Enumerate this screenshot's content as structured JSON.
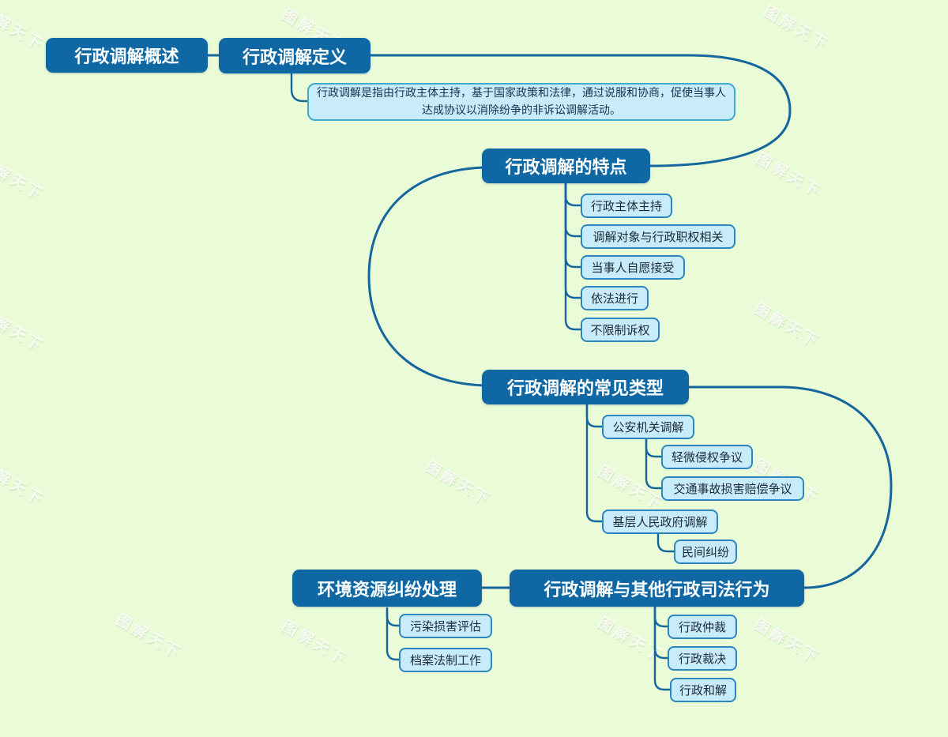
{
  "watermark": {
    "text": "图解天下"
  },
  "colors": {
    "background": "#e9fbd7",
    "topic_fill": "#0f68a4",
    "topic_text": "#ffffff",
    "leaf_fill": "#c9ecfc",
    "leaf_border": "#2d87bf",
    "edge": "#15669c"
  },
  "mindmap": {
    "root": {
      "label": "行政调解概述"
    },
    "definition": {
      "label": "行政调解定义",
      "note": "行政调解是指由行政主体主持，基于国家政策和法律，通过说服和协商，促使当事人达成协议以消除纷争的非诉讼调解活动。"
    },
    "features": {
      "label": "行政调解的特点",
      "items": [
        "行政主体主持",
        "调解对象与行政职权相关",
        "当事人自愿接受",
        "依法进行",
        "不限制诉权"
      ]
    },
    "types": {
      "label": "行政调解的常见类型",
      "children": [
        {
          "label": "公安机关调解",
          "items": [
            "轻微侵权争议",
            "交通事故损害赔偿争议"
          ]
        },
        {
          "label": "基层人民政府调解",
          "items": [
            "民间纠纷"
          ]
        }
      ]
    },
    "env": {
      "label": "环境资源纠纷处理",
      "items": [
        "污染损害评估",
        "档案法制工作"
      ]
    },
    "other": {
      "label": "行政调解与其他行政司法行为",
      "items": [
        "行政仲裁",
        "行政裁决",
        "行政和解"
      ]
    }
  }
}
